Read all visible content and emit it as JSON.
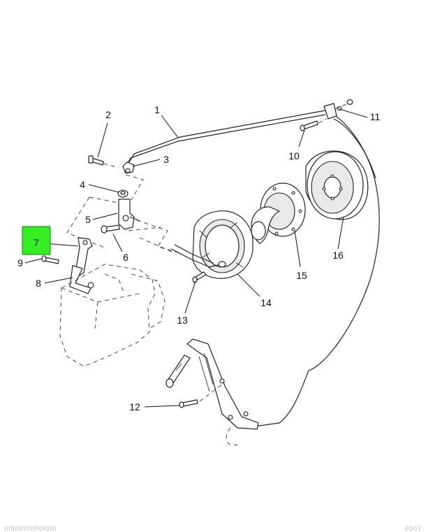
{
  "callouts": [
    {
      "id": "1",
      "label": "1"
    },
    {
      "id": "2",
      "label": "2"
    },
    {
      "id": "3",
      "label": "3"
    },
    {
      "id": "4",
      "label": "4"
    },
    {
      "id": "5",
      "label": "5"
    },
    {
      "id": "6",
      "label": "6"
    },
    {
      "id": "7",
      "label": "7",
      "highlighted": true
    },
    {
      "id": "8",
      "label": "8"
    },
    {
      "id": "9",
      "label": "9"
    },
    {
      "id": "10",
      "label": "10"
    },
    {
      "id": "11",
      "label": "11"
    },
    {
      "id": "12",
      "label": "12"
    },
    {
      "id": "13",
      "label": "13"
    },
    {
      "id": "14",
      "label": "14"
    },
    {
      "id": "15",
      "label": "15"
    },
    {
      "id": "16",
      "label": "16"
    }
  ],
  "highlight_color": "#33ee22",
  "footer": {
    "left_code": "I0500I0I0I0I0I0",
    "right_code": "0007"
  }
}
